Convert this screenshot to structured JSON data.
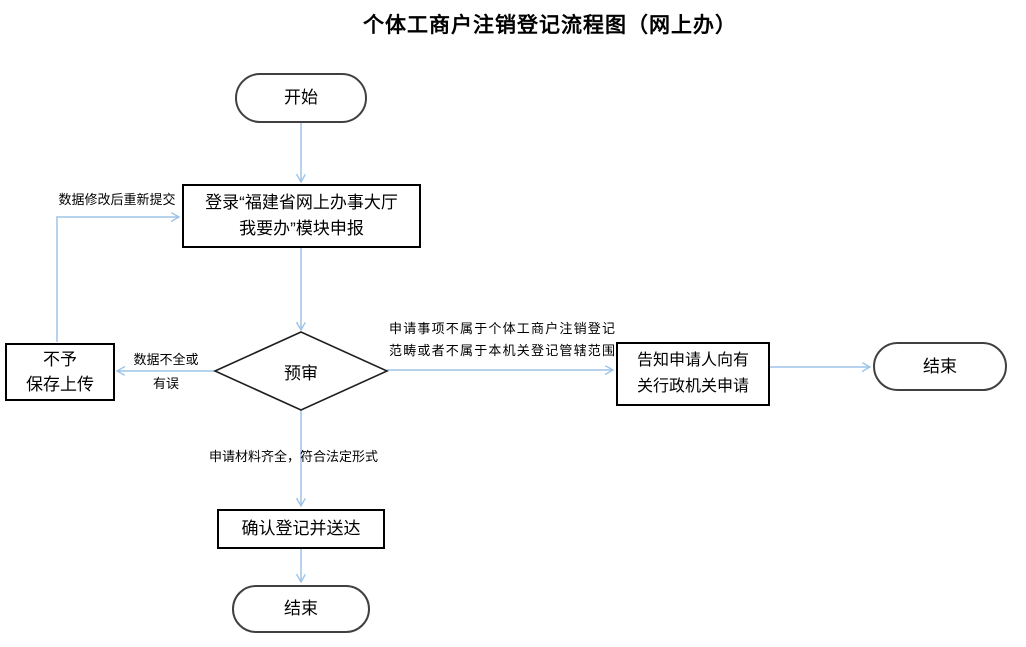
{
  "title": "个体工商户注销登记流程图（网上办）",
  "colors": {
    "connector": "#9DC3E6",
    "shape_border": "#1F1F1F",
    "rect_border": "#000000",
    "pill_border": "#404040",
    "text": "#000000"
  },
  "nodes": {
    "start": {
      "label": "开始",
      "type": "terminator"
    },
    "login": {
      "lines": [
        "登录“福建省网上办事大厅",
        "我要办”模块申报"
      ],
      "type": "process"
    },
    "review": {
      "label": "预审",
      "type": "decision"
    },
    "reject": {
      "lines": [
        "不予",
        "保存上传"
      ],
      "type": "process"
    },
    "notify": {
      "lines": [
        "告知申请人向有",
        "关行政机关申请"
      ],
      "type": "process"
    },
    "confirm": {
      "label": "确认登记并送达",
      "type": "process"
    },
    "end_right": {
      "label": "结束",
      "type": "terminator"
    },
    "end_bottom": {
      "label": "结束",
      "type": "terminator"
    }
  },
  "edge_labels": {
    "resubmit": "数据修改后重新提交",
    "incomplete": {
      "lines": [
        "数据不全或",
        "有误"
      ]
    },
    "out_of_scope": {
      "lines": [
        "申请事项不属于个体工商户注销登记",
        "范畴或者不属于本机关登记管辖范围"
      ]
    },
    "complete": "申请材料齐全，符合法定形式"
  }
}
